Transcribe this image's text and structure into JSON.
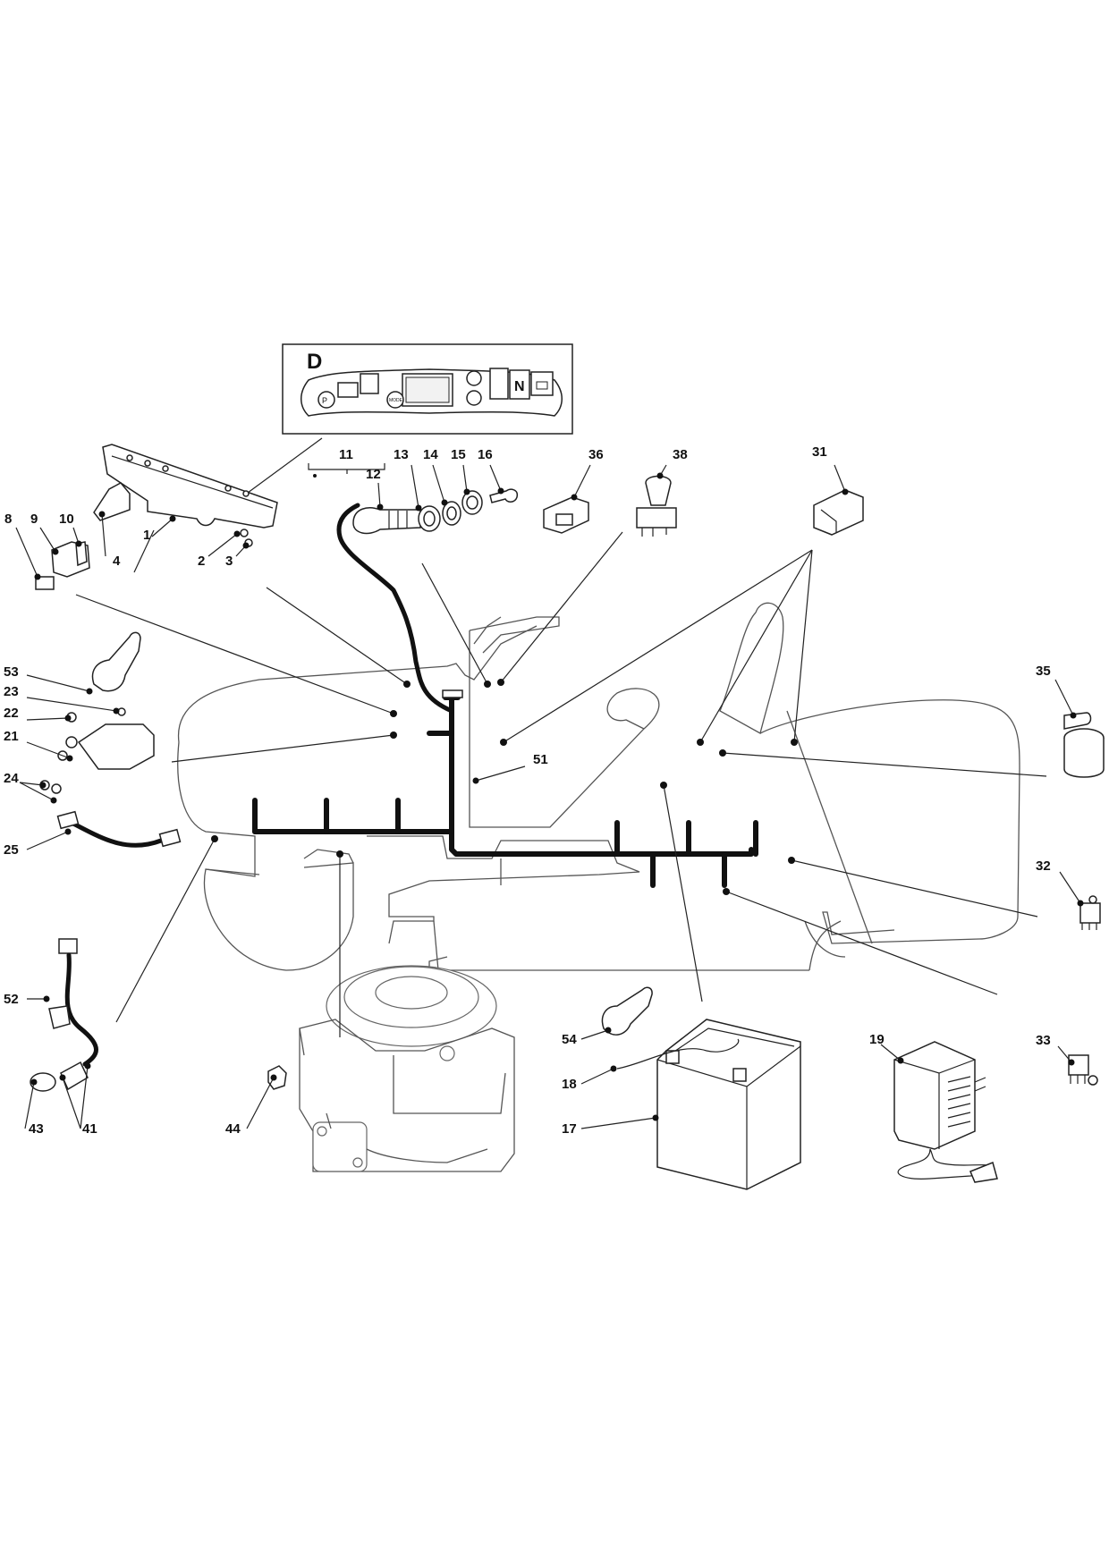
{
  "panel_inset": {
    "label": "D",
    "n_label": "N",
    "mode_label": "MODE"
  },
  "callouts": [
    {
      "id": "1",
      "text": "1"
    },
    {
      "id": "2",
      "text": "2"
    },
    {
      "id": "3",
      "text": "3"
    },
    {
      "id": "4",
      "text": "4"
    },
    {
      "id": "8",
      "text": "8"
    },
    {
      "id": "9",
      "text": "9"
    },
    {
      "id": "10",
      "text": "10"
    },
    {
      "id": "11",
      "text": "11"
    },
    {
      "id": "12",
      "text": "12"
    },
    {
      "id": "13",
      "text": "13"
    },
    {
      "id": "14",
      "text": "14"
    },
    {
      "id": "15",
      "text": "15"
    },
    {
      "id": "16",
      "text": "16"
    },
    {
      "id": "17",
      "text": "17"
    },
    {
      "id": "18",
      "text": "18"
    },
    {
      "id": "19",
      "text": "19"
    },
    {
      "id": "21",
      "text": "21"
    },
    {
      "id": "22",
      "text": "22"
    },
    {
      "id": "23",
      "text": "23"
    },
    {
      "id": "24",
      "text": "24"
    },
    {
      "id": "25",
      "text": "25"
    },
    {
      "id": "31",
      "text": "31"
    },
    {
      "id": "32",
      "text": "32"
    },
    {
      "id": "33",
      "text": "33"
    },
    {
      "id": "35",
      "text": "35"
    },
    {
      "id": "36",
      "text": "36"
    },
    {
      "id": "38",
      "text": "38"
    },
    {
      "id": "41",
      "text": "41"
    },
    {
      "id": "43",
      "text": "43"
    },
    {
      "id": "44",
      "text": "44"
    },
    {
      "id": "51",
      "text": "51"
    },
    {
      "id": "52",
      "text": "52"
    },
    {
      "id": "53",
      "text": "53"
    },
    {
      "id": "54",
      "text": "54"
    }
  ]
}
